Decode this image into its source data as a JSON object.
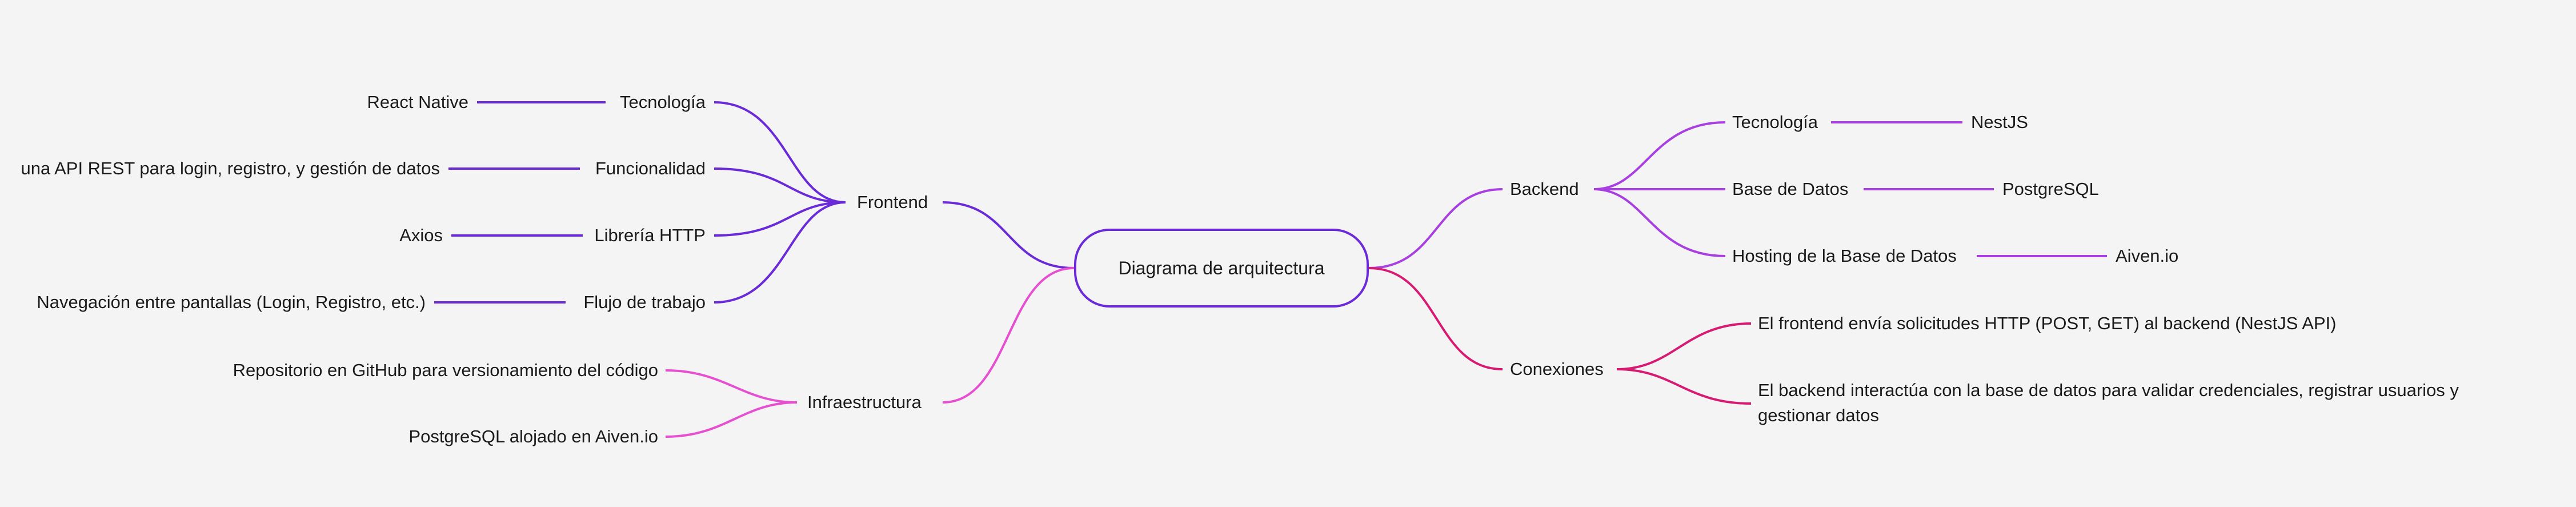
{
  "diagram": {
    "root": "Diagrama de arquitectura",
    "frontend": {
      "label": "Frontend",
      "color": "#6a2ad8",
      "children": [
        {
          "label": "Tecnología",
          "leaf": "React Native"
        },
        {
          "label": "Funcionalidad",
          "leaf": "una API REST para login, registro, y gestión de datos"
        },
        {
          "label": "Librería HTTP",
          "leaf": "Axios"
        },
        {
          "label": "Flujo de trabajo",
          "leaf": "Navegación entre pantallas (Login, Registro, etc.)"
        }
      ]
    },
    "infraestructura": {
      "label": "Infraestructura",
      "color": "#e64fd0",
      "children": [
        {
          "label": "Repositorio en GitHub para versionamiento del código"
        },
        {
          "label": "PostgreSQL alojado en Aiven.io"
        }
      ]
    },
    "backend": {
      "label": "Backend",
      "color": "#a83fe0",
      "children": [
        {
          "label": "Tecnología",
          "leaf": "NestJS"
        },
        {
          "label": "Base de Datos",
          "leaf": "PostgreSQL"
        },
        {
          "label": "Hosting de la Base de Datos",
          "leaf": "Aiven.io"
        }
      ]
    },
    "conexiones": {
      "label": "Conexiones",
      "color": "#d81b72",
      "children": [
        {
          "label": "El frontend envía solicitudes HTTP (POST, GET) al backend (NestJS API)"
        },
        {
          "label": "El backend interactúa con la base de datos para validar credenciales, registrar usuarios y gestionar datos"
        }
      ]
    }
  }
}
